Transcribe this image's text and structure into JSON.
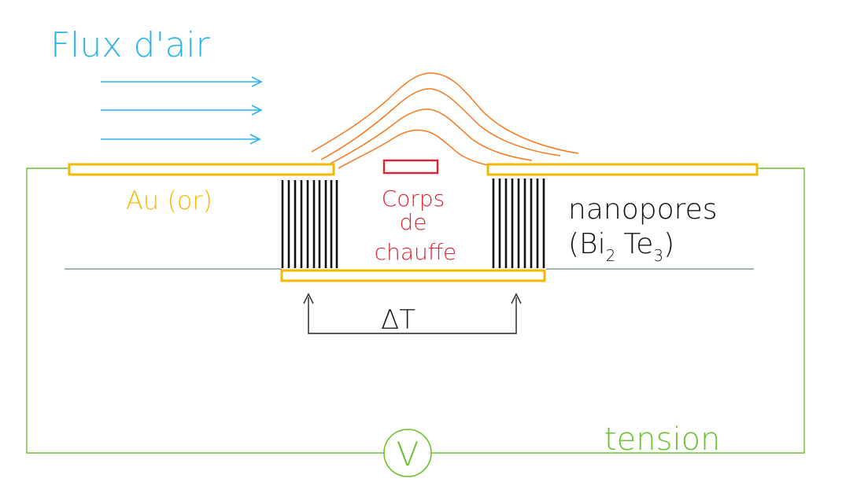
{
  "colors": {
    "airflow": "#2bb3e8",
    "gold": "#f5b800",
    "heater": "#e0202e",
    "heat_waves": "#f47a20",
    "circuit": "#6cc12e",
    "pores": "#111111",
    "baseline": "#6e8a8a",
    "delta": "#222222"
  },
  "labels": {
    "airflow": "Flux d'air",
    "gold": "Au (or)",
    "heater_line1": "Corps",
    "heater_line2": "de",
    "heater_line3": "chauffe",
    "pores_line1": "nanopores",
    "pores_open": "(Bi",
    "pores_sub1": "2",
    "pores_te": "Te",
    "pores_sub2": "3",
    "pores_close": ")",
    "delta_t": "ΔT",
    "voltage": "tension",
    "voltmeter": "V"
  }
}
